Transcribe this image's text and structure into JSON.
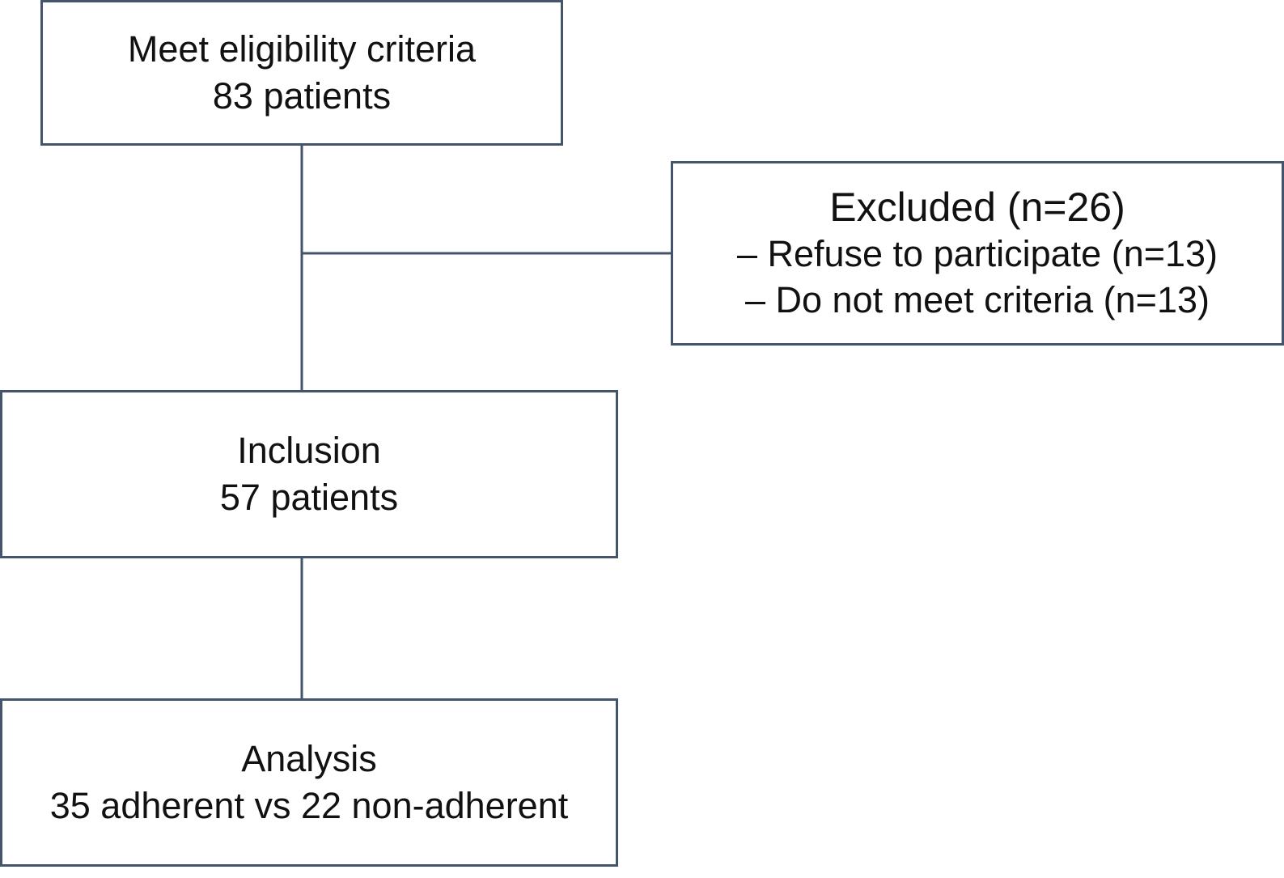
{
  "flowchart": {
    "eligibility": {
      "title": "Meet eligibility criteria",
      "count": "83 patients"
    },
    "excluded": {
      "title": "Excluded (n=26)",
      "reasons": [
        "– Refuse to participate (n=13)",
        "– Do not meet criteria (n=13)"
      ]
    },
    "inclusion": {
      "title": "Inclusion",
      "count": "57 patients"
    },
    "analysis": {
      "title": "Analysis",
      "detail": "35 adherent vs 22 non-adherent"
    }
  },
  "colors": {
    "border": "#44546a",
    "text": "#111111",
    "background": "#ffffff"
  }
}
